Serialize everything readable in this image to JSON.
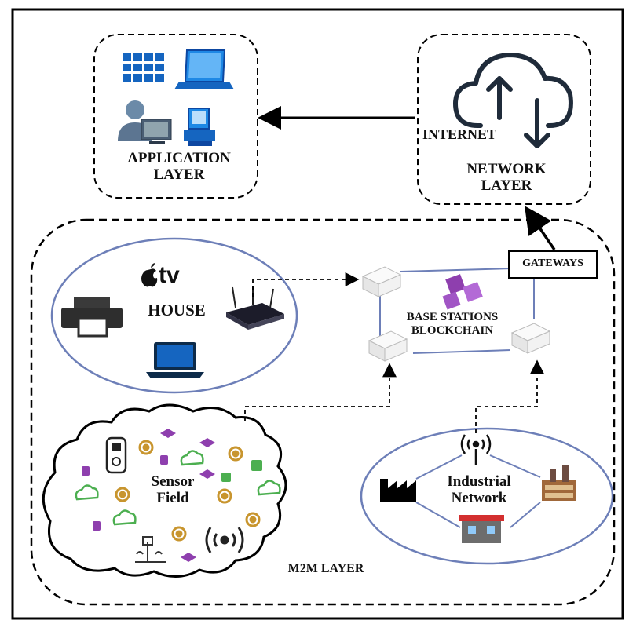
{
  "application_layer": {
    "line1": "APPLICATION",
    "line2": "LAYER"
  },
  "network_layer": {
    "internet": "INTERNET",
    "line1": "NETWORK",
    "line2": "LAYER"
  },
  "gateways": "GATEWAYS",
  "house": {
    "brand": "tv",
    "label": "HOUSE"
  },
  "base_stations": {
    "line1": "BASE STATIONS",
    "line2": "BLOCKCHAIN"
  },
  "sensor_field": {
    "line1": "Sensor",
    "line2": "Field"
  },
  "industrial": {
    "line1": "Industrial",
    "line2": "Network"
  },
  "m2m_layer": "M2M LAYER",
  "colors": {
    "icon_blue": "#1565c0",
    "cloud_dark": "#1f2b3a",
    "circle_outline": "#6d7fb8",
    "gold": "#c8952e",
    "purple": "#8e3fae",
    "green": "#4caf50"
  }
}
